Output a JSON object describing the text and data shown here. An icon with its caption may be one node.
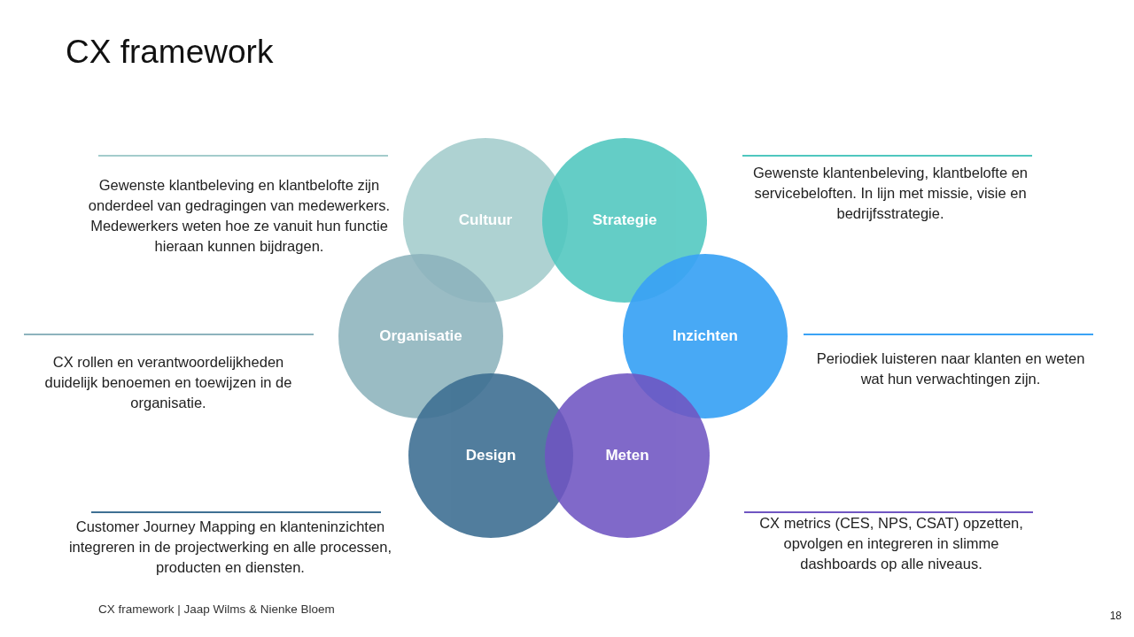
{
  "diagram": {
    "title": "CX framework",
    "nodes": [
      {
        "text": [
          "Cultuur"
        ]
      },
      {
        "text": [
          "Strategie"
        ]
      },
      {
        "text": [
          "Organisatie"
        ]
      },
      {
        "text": [
          "Inzichten"
        ]
      },
      {
        "text": [
          "Design"
        ]
      },
      {
        "text": [
          "Meten"
        ]
      }
    ],
    "labels": [
      "Gewenste klantbeleving en klantbelofte zijn onderdeel van gedragingen van medewerkers. Medewerkers weten hoe ze vanuit hun functie hieraan kunnen bijdragen.",
      "Gewenste klantenbeleving, klantbelofte en servicebeloften. In lijn met missie, visie en bedrijfsstrategie.",
      "CX rollen en verantwoordelijkheden duidelijk benoemen en toewijzen in de organisatie.",
      "Periodiek luisteren naar klanten en weten wat hun verwachtingen zijn.",
      "Customer Journey Mapping en klanteninzichten integreren in de projectwerking en alle processen, producten en diensten.",
      "CX metrics (CES, NPS, CSAT) opzetten, opvolgen en integreren in slimme dashboards op alle niveaus.",
      "CX framework | Jaap Wilms & Nienke Bloem",
      "18"
    ]
  }
}
